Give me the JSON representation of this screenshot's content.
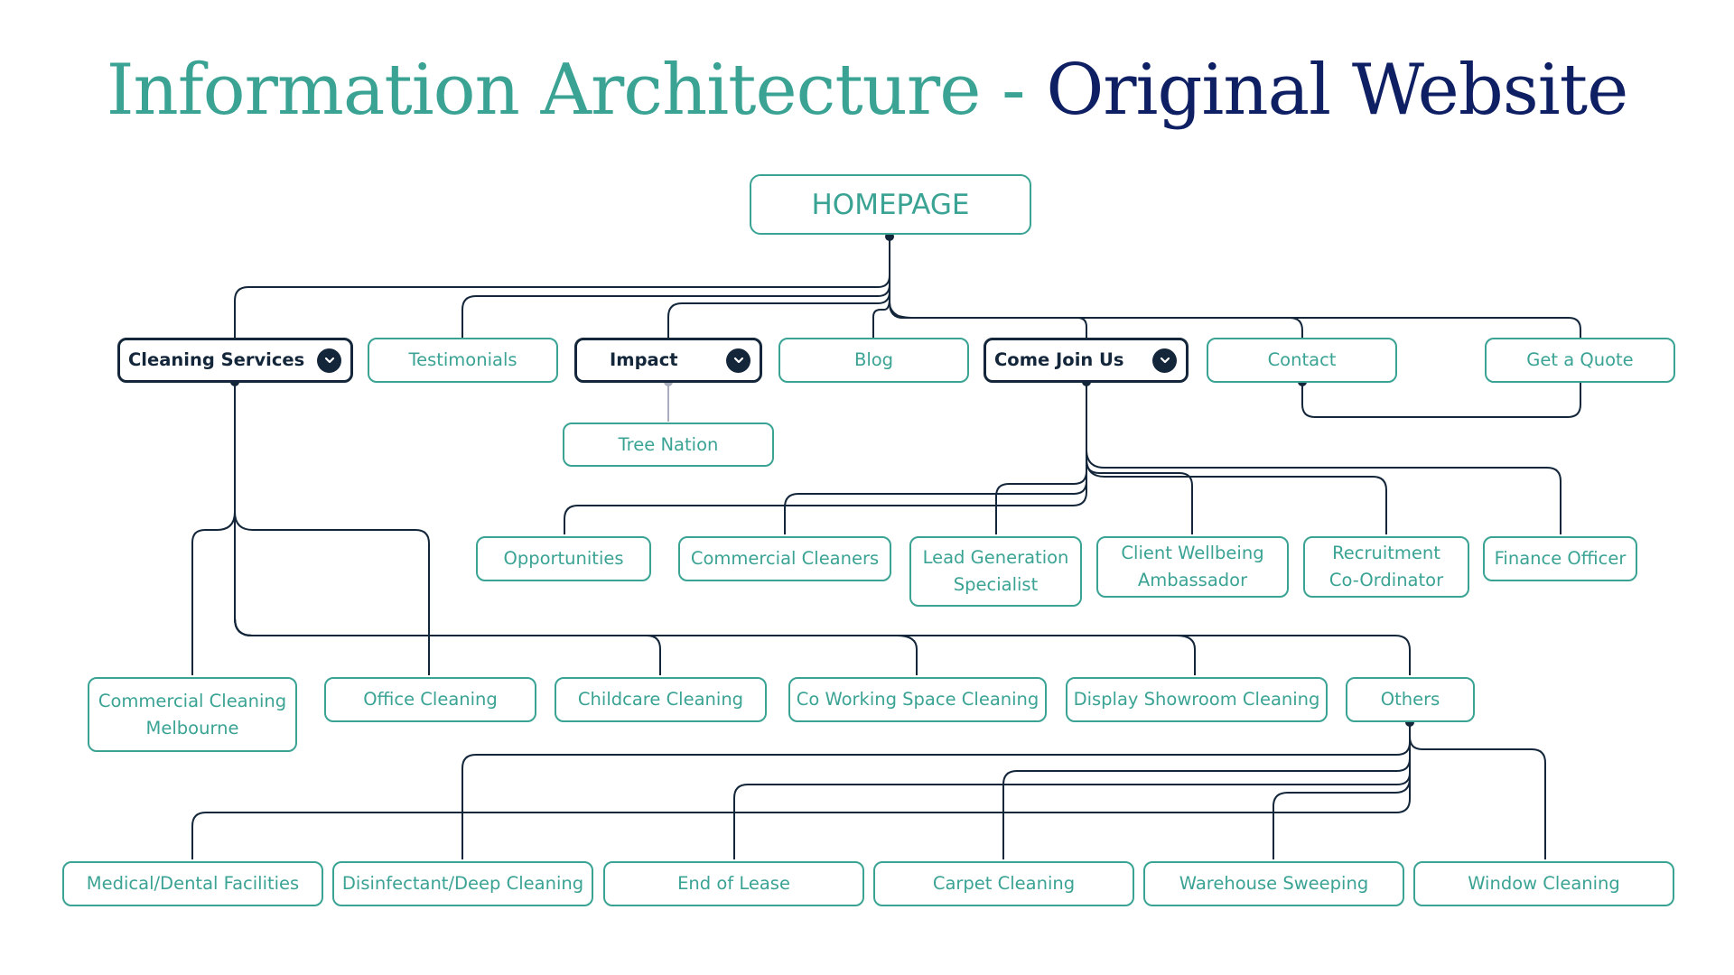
{
  "title": {
    "part1": "Information Architecture -",
    "part2": "Original Website"
  },
  "colors": {
    "teal": "#3aa394",
    "navy": "#0e1f63",
    "dark": "#14263a"
  },
  "nodes": {
    "homepage": "HOMEPAGE",
    "cleaning_services": "Cleaning Services",
    "testimonials": "Testimonials",
    "impact": "Impact",
    "blog": "Blog",
    "come_join_us": "Come Join Us",
    "contact": "Contact",
    "get_a_quote": "Get a Quote",
    "tree_nation": "Tree Nation",
    "opportunities": "Opportunities",
    "commercial_cleaners": "Commercial Cleaners",
    "lead_generation_line1": "Lead Generation",
    "lead_generation_line2": "Specialist",
    "client_wellbeing_line1": "Client Wellbeing",
    "client_wellbeing_line2": "Ambassador",
    "recruitment_line1": "Recruitment",
    "recruitment_line2": "Co-Ordinator",
    "finance_officer": "Finance Officer",
    "commercial_cleaning_line1": "Commercial Cleaning",
    "commercial_cleaning_line2": "Melbourne",
    "office_cleaning": "Office Cleaning",
    "childcare_cleaning": "Childcare Cleaning",
    "coworking_cleaning": "Co Working Space Cleaning",
    "display_showroom_cleaning": "Display Showroom Cleaning",
    "others": "Others",
    "medical_dental": "Medical/Dental Facilities",
    "disinfectant_deep": "Disinfectant/Deep Cleaning",
    "end_of_lease": "End of Lease",
    "carpet_cleaning": "Carpet Cleaning",
    "warehouse_sweeping": "Warehouse Sweeping",
    "window_cleaning": "Window Cleaning"
  },
  "icons": {
    "dropdown": "chevron-down-icon"
  }
}
